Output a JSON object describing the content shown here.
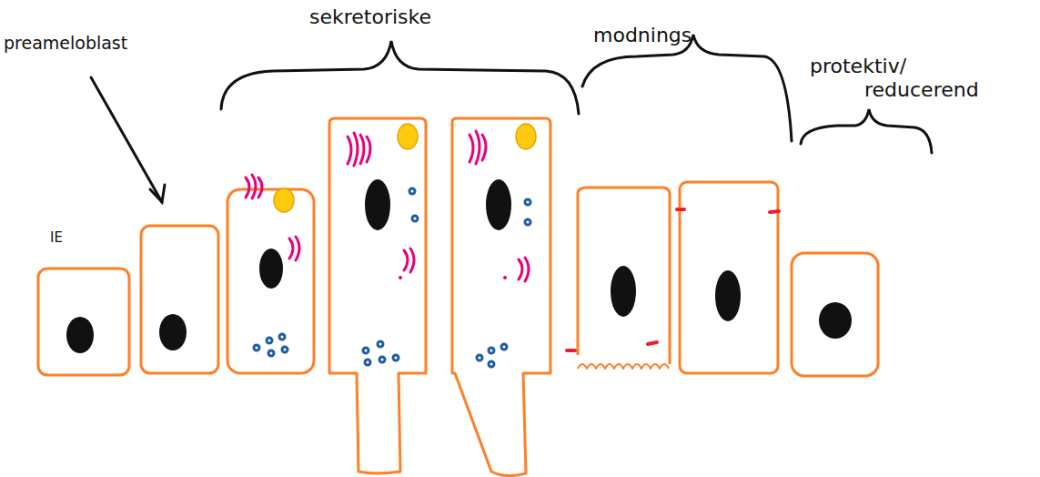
{
  "diagram": {
    "labels": [
      "preameloblast",
      "IE",
      "sekretoriske",
      "modnings",
      "protektiv/ reducerend"
    ]
  }
}
